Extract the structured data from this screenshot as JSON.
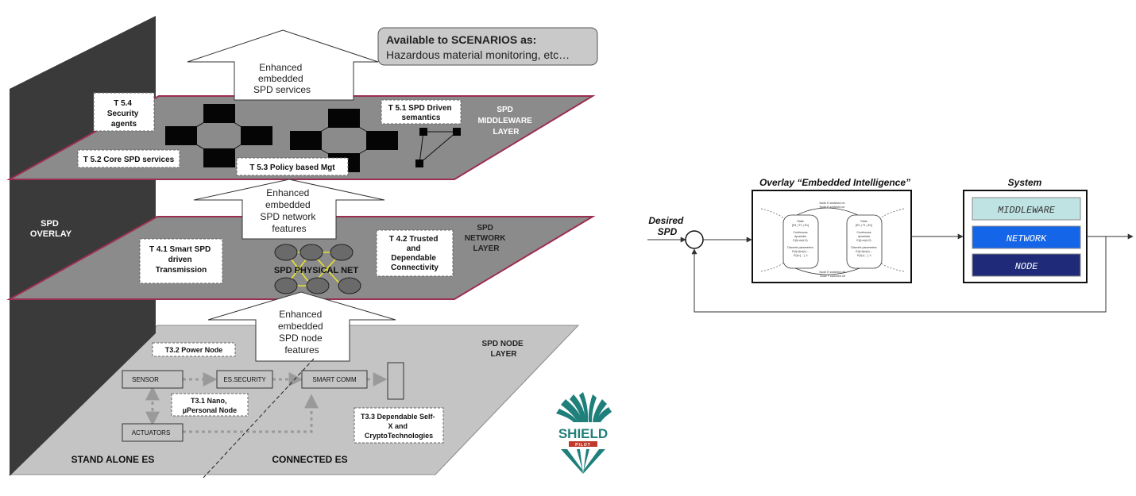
{
  "left_diagram": {
    "overlay_label": [
      "SPD",
      "OVERLAY"
    ],
    "scenarios_callout": {
      "title": "Available to SCENARIOS as:",
      "subtitle": "Hazardous material monitoring, etc…"
    },
    "arrows": {
      "top": [
        "Enhanced",
        "embedded",
        "SPD services"
      ],
      "middle": [
        "Enhanced",
        "embedded",
        "SPD network",
        "features"
      ],
      "bottom": [
        "Enhanced",
        "embedded",
        "SPD node",
        "features"
      ]
    },
    "middleware_layer": {
      "label": [
        "SPD",
        "MIDDLEWARE",
        "LAYER"
      ],
      "tasks": {
        "t54": [
          "T 5.4",
          "Security",
          "agents"
        ],
        "t52": [
          "T 5.2 Core SPD services"
        ],
        "t53": [
          "T 5.3 Policy based Mgt"
        ],
        "t51": [
          "T 5.1 SPD Driven",
          "semantics"
        ]
      }
    },
    "network_layer": {
      "label": [
        "SPD",
        "NETWORK",
        "LAYER"
      ],
      "physical_net": "SPD PHYSICAL NET",
      "tasks": {
        "t41": [
          "T 4.1 Smart SPD",
          "driven",
          "Transmission"
        ],
        "t42": [
          "T 4.2 Trusted",
          "and",
          "Dependable",
          "Connectivity"
        ]
      }
    },
    "node_layer": {
      "label": [
        "SPD NODE",
        "LAYER"
      ],
      "tasks": {
        "t32": [
          "T3.2 Power Node"
        ],
        "t31": [
          "T3.1 Nano,",
          "µPersonal Node"
        ],
        "t33": [
          "T3.3 Dependable Self-",
          "X  and",
          "CryptoTechnologies"
        ]
      },
      "blocks": {
        "sensor": "SENSOR",
        "es_security": "ES.SECURITY",
        "smart_comm": "SMART COMM",
        "actuators": "ACTUATORS"
      },
      "stand_alone": "STAND ALONE  ES",
      "connected": "CONNECTED  ES"
    }
  },
  "logo": {
    "text": "SHIELD",
    "sub": "PILOT",
    "colors": {
      "teal": "#1f7f7a",
      "red": "#c0392b"
    }
  },
  "control_diagram": {
    "input_label": [
      "Desired",
      "SPD"
    ],
    "overlay_title": "Overlay  “Embedded Intelligence”",
    "system_title": "System",
    "layers": [
      "MIDDLEWARE",
      "NETWORK",
      "NODE"
    ],
    "layer_colors": [
      "#bfe3e3",
      "#1565e8",
      "#1f2a78"
    ],
    "inner_state_left": [
      "State",
      "[R1 | T1 | E1]",
      "Continuous",
      "dynamics",
      "E(t)=m(e,0)",
      "Discrete parameters",
      "E(t)=f(m(e)...",
      "E(t)=[…] -1"
    ],
    "inner_state_right": [
      "State",
      "[R1 | T1 | E1]",
      "Continuous",
      "dynamics",
      "E(t)=m(e,0)",
      "Discrete parameters",
      "E(t)=f(m(e)...",
      "E(t)=[…] -1"
    ],
    "inner_transitions": [
      "Node E switched on",
      "Node F switched on",
      "Node E switched off",
      "Node F switched off"
    ]
  }
}
